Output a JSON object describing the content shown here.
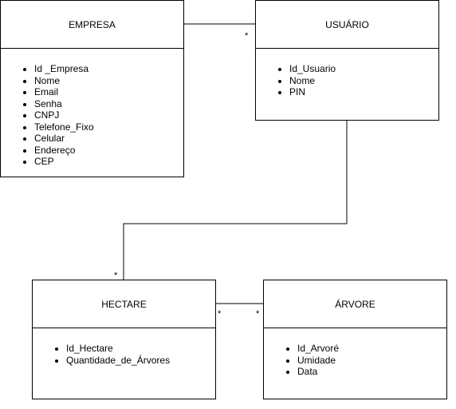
{
  "entities": {
    "empresa": {
      "title": "EMPRESA",
      "attributes": [
        "Id _Empresa",
        "Nome",
        "Email",
        "Senha",
        "CNPJ",
        "Telefone_Fixo",
        "Celular",
        "Endereço",
        "CEP"
      ]
    },
    "usuario": {
      "title": "USUÁRIO",
      "attributes": [
        "Id_Usuario",
        "Nome",
        "PIN"
      ]
    },
    "hectare": {
      "title": "HECTARE",
      "attributes": [
        "Id_Hectare",
        "Quantidade_de_Árvores"
      ]
    },
    "arvore": {
      "title": "ÁRVORE",
      "attributes": [
        "Id_Arvoré",
        "Umidade",
        "Data"
      ]
    }
  },
  "relationships": [
    {
      "from": "empresa",
      "to": "usuario",
      "to_multiplicity": "*"
    },
    {
      "from": "usuario",
      "to": "hectare",
      "to_multiplicity": "*"
    },
    {
      "from": "hectare",
      "to": "arvore",
      "from_multiplicity": "*",
      "to_multiplicity": "*"
    }
  ]
}
